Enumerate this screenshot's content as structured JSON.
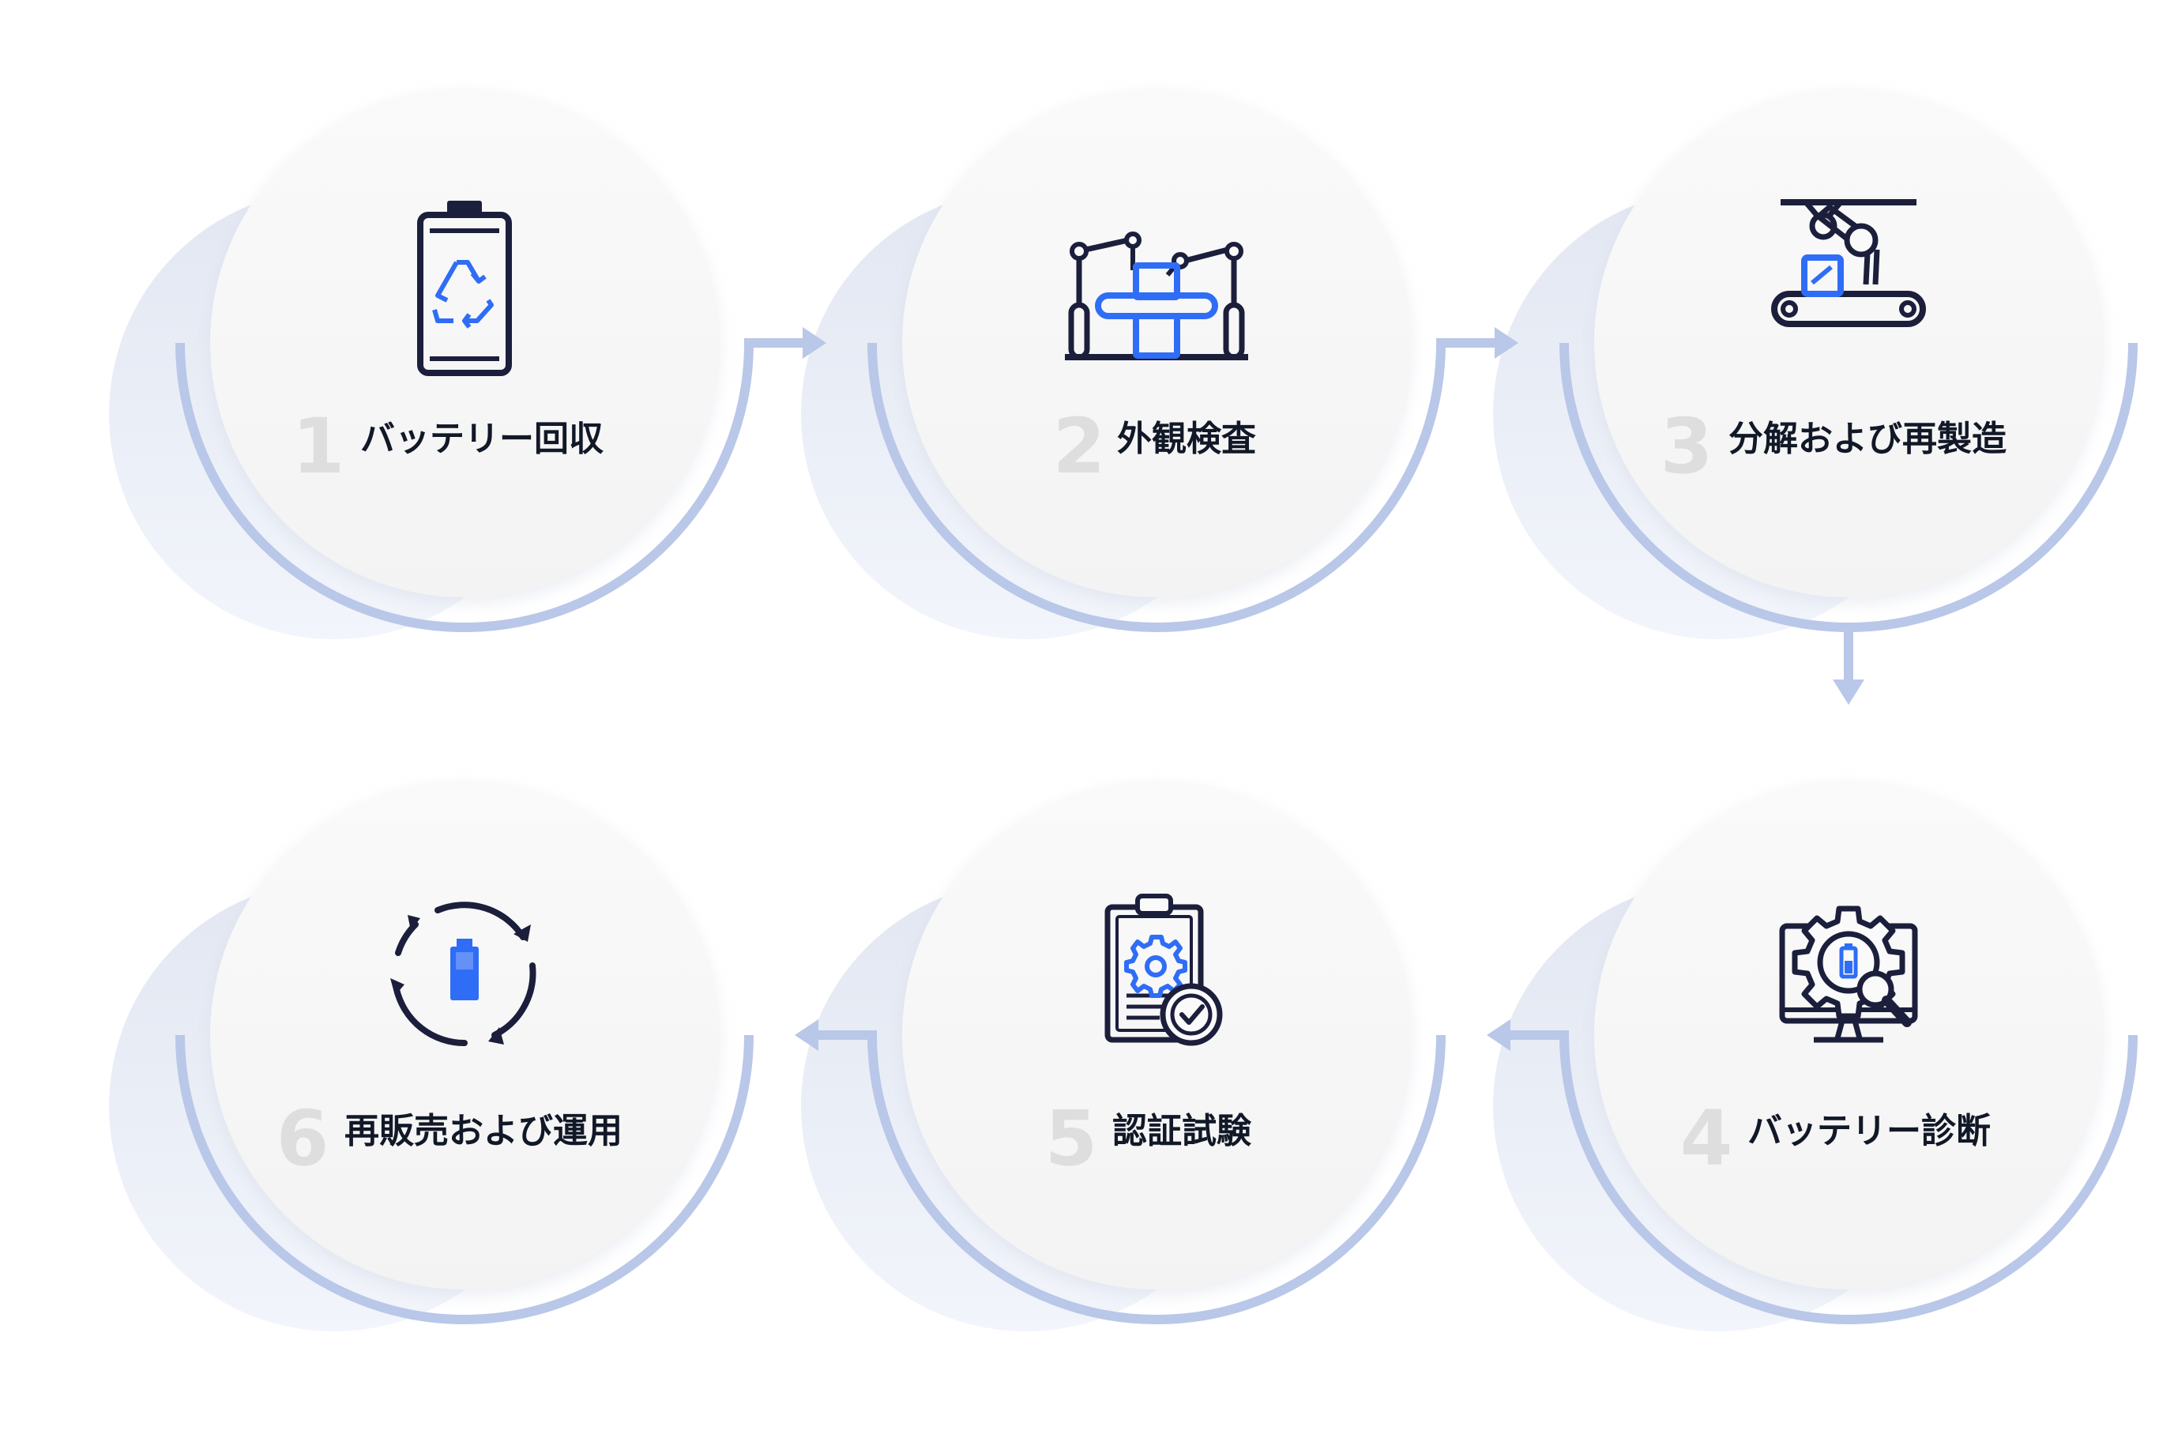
{
  "colors": {
    "accent": "#2f6df6",
    "icon_dark": "#1b1f3b",
    "ring": "#b9c7e8",
    "shadow": "#e3e8f3",
    "number": "#dedede",
    "label": "#111827"
  },
  "steps": [
    {
      "number": "1",
      "label": "バッテリー回収",
      "icon": "battery-recycle-icon"
    },
    {
      "number": "2",
      "label": "外観検査",
      "icon": "robot-arms-inspection-icon"
    },
    {
      "number": "3",
      "label": "分解および再製造",
      "icon": "conveyor-robot-arm-icon"
    },
    {
      "number": "4",
      "label": "バッテリー診断",
      "icon": "battery-diagnosis-monitor-icon"
    },
    {
      "number": "5",
      "label": "認証試験",
      "icon": "certification-clipboard-icon"
    },
    {
      "number": "6",
      "label": "再販売および運用",
      "icon": "battery-cycle-icon"
    }
  ]
}
